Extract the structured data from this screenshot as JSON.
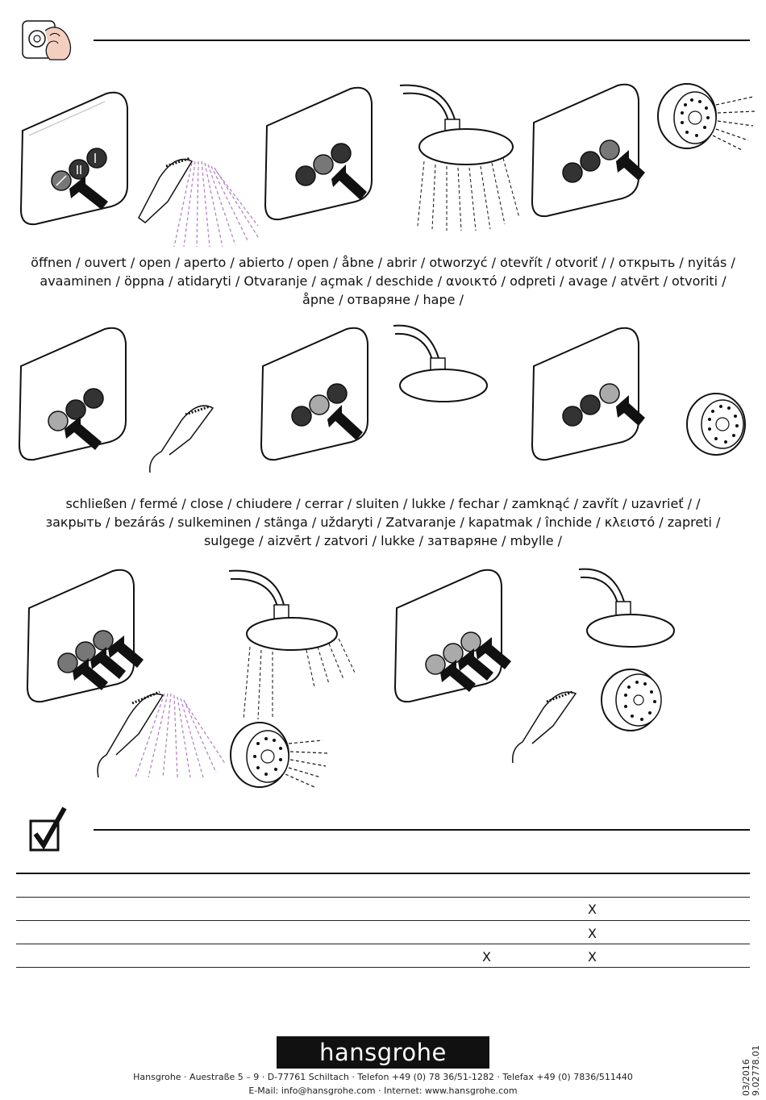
{
  "captions": {
    "open": {
      "line1": "öffnen / ouvert / open / aperto / abierto / open / åbne / abrir / otworzyć / otevřít / otvoriť /      / открыть / nyitás /",
      "line2": "avaaminen / öppna / atidaryti / Otvaranje / açmak / deschide / ανοικτό / odpreti / avage / atvērt / otvoriti /",
      "line3": "åpne / отваряне / hape /"
    },
    "close": {
      "line1": "schließen / fermé / close / chiudere / cerrar / sluiten / lukke / fechar / zamknąć / zavřít / uzavrieť /      /",
      "line2": "закрыть / bezárás / sulkeminen / stänga / uždaryti / Zatvaranje / kapatmak / închide / κλειστό / zapreti /",
      "line3": "sulgege / aizvērt / zatvori / lukke / затваряне / mbylle /"
    }
  },
  "table": {
    "rows": [
      {
        "marks": []
      },
      {
        "marks": [
          "X"
        ]
      },
      {
        "marks": [
          "X"
        ]
      },
      {
        "marks": [
          "X",
          "X"
        ]
      }
    ]
  },
  "icons": [
    "hand-turning-valve-icon",
    "checkmark-box-icon"
  ],
  "brand": {
    "logo_text": "hansgrohe"
  },
  "footer": {
    "address": "Hansgrohe · Auestraße 5 – 9 · D-77761 Schiltach · Telefon +49 (0)  78 36/51-1282 · Telefax +49 (0)  7836/511440",
    "contact": "E-Mail: info@hansgrohe.com · Internet: www.hansgrohe.com"
  },
  "doc_info": {
    "date": "03/2016",
    "number": "9.02778.01"
  }
}
